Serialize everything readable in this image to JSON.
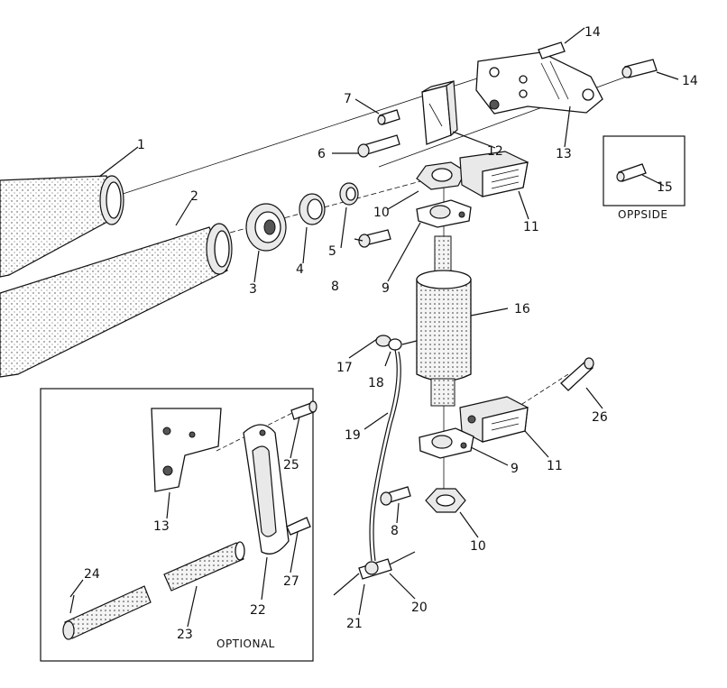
{
  "callouts": {
    "c1": "1",
    "c2": "2",
    "c3": "3",
    "c4": "4",
    "c5": "5",
    "c6": "6",
    "c7": "7",
    "c8a": "8",
    "c8b": "8",
    "c9a": "9",
    "c9b": "9",
    "c10a": "10",
    "c10b": "10",
    "c11a": "11",
    "c11b": "11",
    "c12": "12",
    "c13a": "13",
    "c13b": "13",
    "c14a": "14",
    "c14b": "14",
    "c15": "15",
    "c16": "16",
    "c17": "17",
    "c18": "18",
    "c19": "19",
    "c20": "20",
    "c21": "21",
    "c22": "22",
    "c23": "23",
    "c24": "24",
    "c25": "25",
    "c26": "26",
    "c27": "27"
  },
  "insets": {
    "oppside_label": "OPPSIDE",
    "optional_label": "OPTIONAL"
  }
}
